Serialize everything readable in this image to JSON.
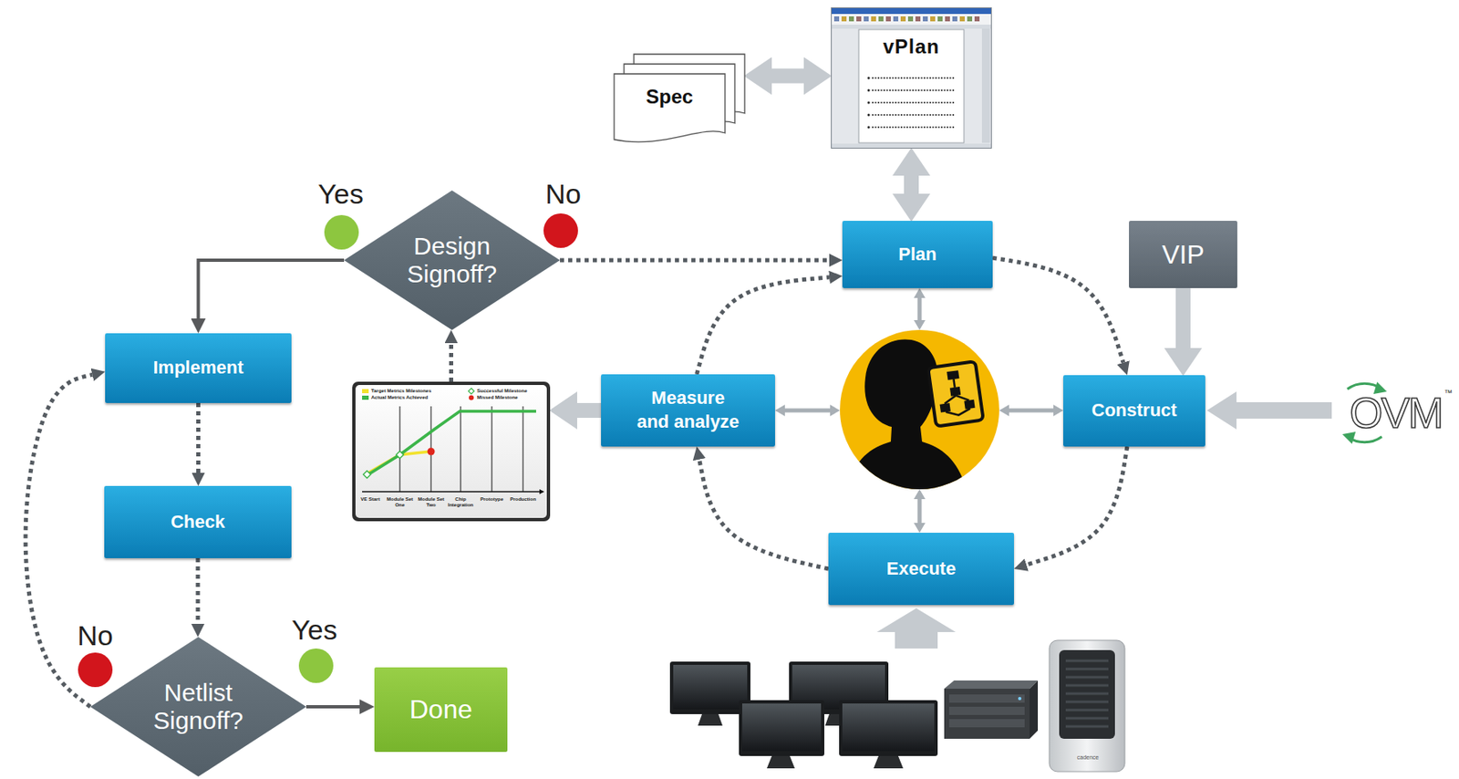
{
  "diagram": {
    "nodes": [
      {
        "text": [
          "Spec"
        ]
      },
      {
        "text": [
          "vPlan"
        ]
      },
      {
        "text": [
          "Design Signoff?"
        ]
      },
      {
        "text": [
          "Plan"
        ]
      },
      {
        "text": [
          "VIP"
        ]
      },
      {
        "text": [
          "Implement"
        ]
      },
      {
        "text": [
          "Target Metrics Milestones",
          "Actual Metrics Achieved",
          "Successful Milestone",
          "Missed Milestone",
          "VE Start",
          "Module Set One",
          "Module Set Two",
          "Chip Integration",
          "Prototype",
          "Production"
        ]
      },
      {
        "text": [
          "Measure and analyze"
        ]
      },
      {
        "text": [
          "Construct"
        ]
      },
      {
        "text": [
          "Check"
        ]
      },
      {
        "text": [
          "Execute"
        ]
      },
      {
        "text": [
          "Netlist Signoff?"
        ]
      },
      {
        "text": [
          "Done"
        ]
      }
    ],
    "edges": [
      {
        "from": 0,
        "to": 1,
        "arrow": "both"
      },
      {
        "from": 1,
        "to": 3,
        "arrow": "both"
      },
      {
        "from": 2,
        "to": 3,
        "arrow": "to"
      },
      {
        "from": 2,
        "to": 5,
        "arrow": "to"
      },
      {
        "from": 3,
        "to": 8,
        "arrow": "to"
      },
      {
        "from": 8,
        "to": 10,
        "arrow": "to"
      },
      {
        "from": 10,
        "to": 7,
        "arrow": "to"
      },
      {
        "from": 7,
        "to": 3,
        "arrow": "to"
      },
      {
        "from": 4,
        "to": 8,
        "arrow": "to"
      },
      {
        "from": 7,
        "to": 6,
        "arrow": "to"
      },
      {
        "from": 6,
        "to": 2,
        "arrow": "to"
      },
      {
        "from": 5,
        "to": 9,
        "arrow": "to"
      },
      {
        "from": 9,
        "to": 11,
        "arrow": "to"
      },
      {
        "from": 11,
        "to": 12,
        "arrow": "to"
      },
      {
        "from": 11,
        "to": 5,
        "arrow": "to"
      }
    ],
    "labels": [
      "Yes",
      "No",
      "OVM",
      "™",
      "No",
      "Yes",
      "cadence"
    ]
  }
}
